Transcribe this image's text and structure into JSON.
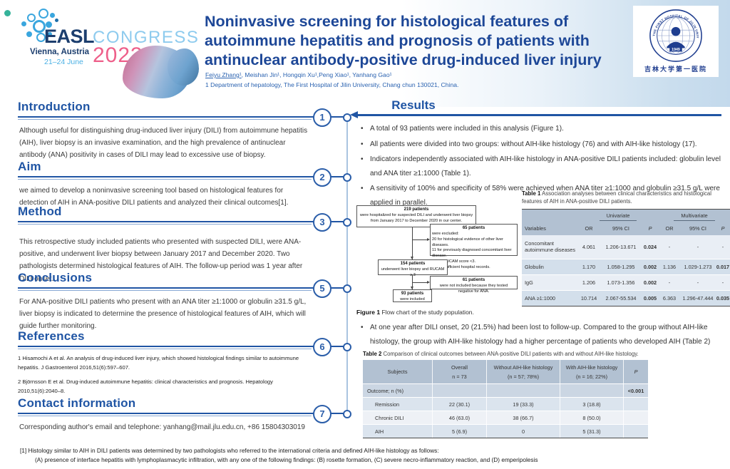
{
  "branding": {
    "easl": {
      "name": "EASL",
      "congress": "CONGRESS",
      "year": "2023",
      "location": "Vienna, Austria",
      "dates": "21–24 June"
    },
    "hospital": {
      "name": "THE FIRST HOSPITAL OF JILIN UNIVERSITY",
      "founded": "1949",
      "chinese": "吉林大学第一医院"
    }
  },
  "header": {
    "title_line1": "Noninvasive screening for histological features of",
    "title_line2": "autoimmune hepatitis and prognosis of patients with",
    "title_line3": "antinuclear antibody-positive drug-induced liver injury",
    "author_first": "Feiyu Zhang¹",
    "authors_rest": ", Meishan Jin¹, Hongqin Xu¹,Peng Xiao¹, Yanhang Gao¹",
    "affiliation": "1 Department of hepatology, The First Hospital of Jilin University, Chang chun 130021, China."
  },
  "sections": {
    "introduction": {
      "number": "1",
      "heading": "Introduction",
      "text": "Although useful for distinguishing drug-induced liver injury (DILI) from autoimmune hepatitis (AIH), liver biopsy is an invasive examination, and the high prevalence of antinuclear antibody (ANA) positivity in cases of DILI may lead to excessive use of biopsy."
    },
    "aim": {
      "number": "2",
      "heading": "Aim",
      "text": "we aimed to develop a noninvasive screening tool based on histological features for detection of AIH in ANA-positive DILI patients and analyzed their clinical outcomes[1]."
    },
    "method": {
      "number": "3",
      "heading": "Method",
      "text": "This retrospective study included patients who presented with suspected DILI, were ANA-positive, and underwent liver biopsy between January 2017 and December 2020. Two pathologists determined histological features of AIH. The follow-up period was 1 year after DILI onset."
    },
    "conclusions": {
      "number": "5",
      "heading": "Conclusions",
      "text": "For ANA-positive DILI patients who present with an ANA titer ≥1:1000 or globulin ≥31.5 g/L, liver biopsy is indicated to determine the presence of histological features of AIH, which will guide further monitoring."
    },
    "references": {
      "number": "6",
      "heading": "References",
      "items": [
        "1 Hisamochi A et al. An analysis of drug-induced liver injury, which showed histological findings similar to autoimmune hepatitis. J Gastroenterol 2016,51(6):597–607.",
        "2 Björnsson E et al. Drug-induced autoimmune hepatitis: clinical characteristics and prognosis. Hepatology 2010,51(6):2040–8."
      ]
    },
    "contact": {
      "number": "7",
      "heading": "Contact information",
      "text": "Corresponding author's email and telephone: yanhang@mail.jlu.edu.cn, +86 15804303019"
    }
  },
  "results": {
    "heading": "Results",
    "bullets": [
      "A total of 93 patients were included in this analysis (Figure 1).",
      "All patients were divided into two groups: without AIH-like histology (76) and with AIH-like histology (17).",
      "Indicators independently associated with AIH-like histology in ANA-positive DILI patients included: globulin level and ANA titer ≥1:1000 (Table 1).",
      "A sensitivity of 100% and specificity of 58% were achieved when ANA titer ≥1:1000 and globulin ≥31.5 g/L were applied in parallel."
    ],
    "followup_bullet": "At one year after DILI onset, 20 (21.5%) had been lost to follow-up. Compared to the group without AIH-like histology, the group with AIH-like histology had a higher percentage of patients who developed AIH (Table 2)"
  },
  "figure1": {
    "caption_label": "Figure 1",
    "caption_text": " Flow chart of the study population.",
    "box_219_title": "219 patients",
    "box_219_line1": "were hospitalized for suspected DILI and underwent liver biopsy",
    "box_219_line2": "from January 2017 to December 2020 in our center.",
    "box_65_title": "65 patients",
    "box_65_l1": "were excluded:",
    "box_65_l2": "20 for histological evidence of other liver diseases.",
    "box_65_l3": "11 for previously diagnosed concomitant liver disease.",
    "box_65_l4": "33 for RUCAM score <3.",
    "box_65_l5": "1 for insufficient hospital records.",
    "box_154_title": "154 patients",
    "box_154_line": "underwent liver biopsy and RUCAM ≥ 3",
    "box_61_title": "61 patients",
    "box_61_line": "were not included because they tested negative for ANA.",
    "box_93_title": "93 patients",
    "box_93_line": "were included"
  },
  "table1": {
    "caption_label": "Table 1",
    "caption_text": " Association analyses between clinical characteristics and histological features of AIH in ANA-positive DILI patients.",
    "group_univariate": "Univariate",
    "group_multivariate": "Multivariate",
    "h_variables": "Variables",
    "h_or": "OR",
    "h_ci": "95% CI",
    "h_p": "P",
    "rows": [
      {
        "variable": "Concomitant autoimmune diseases",
        "u_or": "4.061",
        "u_ci": "1.206-13.671",
        "u_p": "0.024",
        "m_or": "-",
        "m_ci": "-",
        "m_p": "-"
      },
      {
        "variable": "Globulin",
        "u_or": "1.170",
        "u_ci": "1.058-1.295",
        "u_p": "0.002",
        "m_or": "1.136",
        "m_ci": "1.029-1.273",
        "m_p": "0.017"
      },
      {
        "variable": "IgG",
        "u_or": "1.206",
        "u_ci": "1.073-1.356",
        "u_p": "0.002",
        "m_or": "-",
        "m_ci": "-",
        "m_p": "-"
      },
      {
        "variable": "ANA ≥1:1000",
        "u_or": "10.714",
        "u_ci": "2.067-55.534",
        "u_p": "0.005",
        "m_or": "6.363",
        "m_ci": "1.296-47.444",
        "m_p": "0.035"
      }
    ]
  },
  "table2": {
    "caption_label": "Table 2",
    "caption_text": " Comparison of clinical outcomes between ANA-positive DILI patients with and without AIH-like histology.",
    "h_subjects": "Subjects",
    "h_overall_1": "Overall",
    "h_overall_2": "n = 73",
    "h_without_1": "Without AIH-like histology",
    "h_without_2": "(n = 57; 78%)",
    "h_with_1": "With AIH-like histology",
    "h_with_2": "(n = 16; 22%)",
    "h_p": "P",
    "rows": [
      {
        "subject": "Outcome; n (%)",
        "overall": "",
        "without": "",
        "with": "",
        "p": "<0.001"
      },
      {
        "subject": "Remission",
        "overall": "22 (30.1)",
        "without": "19 (33.3)",
        "with": "3 (18.8)",
        "p": ""
      },
      {
        "subject": "Chronic DILI",
        "overall": "46 (63.0)",
        "without": "38 (66.7)",
        "with": "8 (50.0)",
        "p": ""
      },
      {
        "subject": "AIH",
        "overall": "5 (6.9)",
        "without": "0",
        "with": "5 (31.3)",
        "p": ""
      }
    ]
  },
  "footnote": {
    "line1": "[1] Histology similar to AIH in DILI patients was determined by two pathologists who referred to the international criteria and defined AIH-like histology as follows:",
    "line2": "(A) presence of interface hepatitis with lymphoplasmacytic infiltration, with any one of the following findings: (B) rosette formation, (C) severe necro-inflammatory reaction, and (D) emperipolesis"
  }
}
